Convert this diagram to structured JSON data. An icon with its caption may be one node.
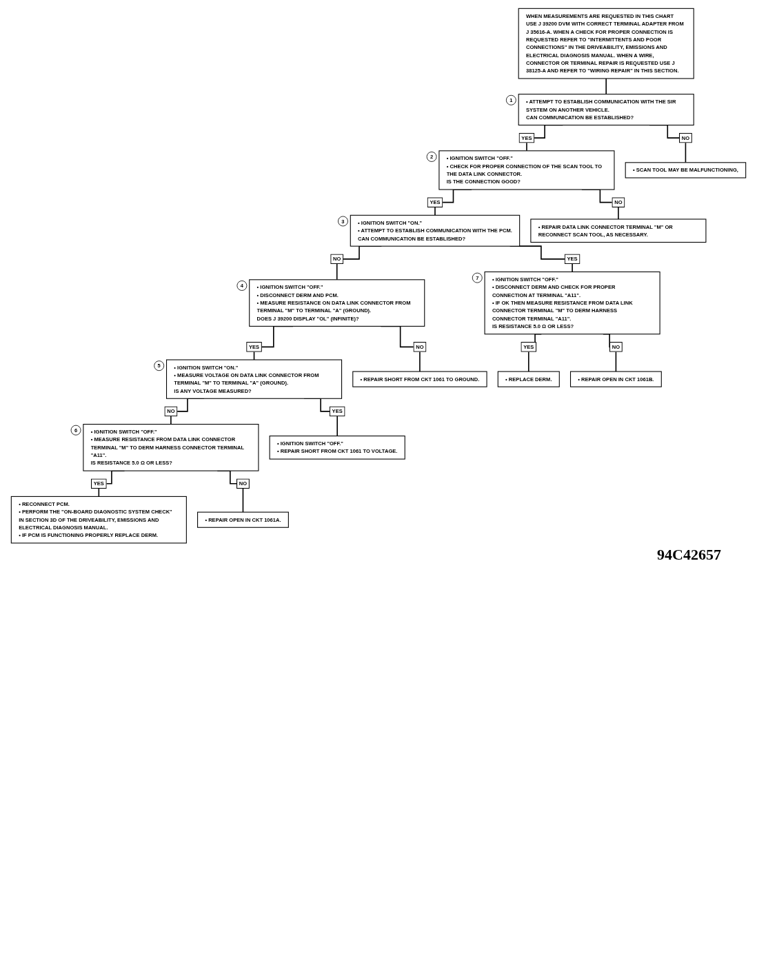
{
  "diagram": {
    "nodes": [
      {
        "text": [
          "WHEN MEASUREMENTS ARE REQUESTED IN THIS CHART USE J 39200 DVM WITH CORRECT TERMINAL ADAPTER FROM J 35616-A. WHEN A CHECK FOR PROPER CONNECTION IS REQUESTED REFER TO \"INTERMITTENTS AND POOR CONNECTIONS\" IN THE DRIVEABILITY, EMISSIONS AND ELECTRICAL DIAGNOSIS MANUAL. WHEN A WIRE, CONNECTOR OR TERMINAL REPAIR IS REQUESTED USE J 38125-A AND REFER TO \"WIRING REPAIR\" IN THIS SECTION."
        ]
      },
      {
        "text": [
          "• ATTEMPT TO ESTABLISH COMMUNICATION WITH THE SIR SYSTEM ON ANOTHER VEHICLE.",
          "CAN COMMUNICATION BE ESTABLISHED?"
        ],
        "beside": [
          "1"
        ]
      },
      {
        "text": [
          "• IGNITION SWITCH \"OFF.\"",
          "• CHECK FOR PROPER CONNECTION OF THE SCAN TOOL TO THE DATA LINK CONNECTOR.",
          "IS THE CONNECTION GOOD?"
        ],
        "beside": [
          "2"
        ]
      },
      {
        "text": [
          "• SCAN TOOL MAY BE MALFUNCTIONING,"
        ]
      },
      {
        "text": [
          "• IGNITION SWITCH \"ON.\"",
          "• ATTEMPT TO ESTABLISH COMMUNICATION WITH THE PCM.",
          "CAN COMMUNICATION BE ESTABLISHED?"
        ],
        "beside": [
          "3"
        ]
      },
      {
        "text": [
          "• REPAIR DATA LINK CONNECTOR TERMINAL \"M\" OR RECONNECT SCAN TOOL, AS NECESSARY."
        ]
      },
      {
        "text": [
          "• IGNITION SWITCH \"OFF.\"",
          "• DISCONNECT DERM AND PCM.",
          "• MEASURE RESISTANCE ON DATA LINK CONNECTOR FROM TERMINAL \"M\" TO TERMINAL \"A\" (GROUND).",
          "DOES J 39200 DISPLAY \"OL\" (INFINITE)?"
        ],
        "beside": [
          "4"
        ]
      },
      {
        "text": [
          "• IGNITION SWITCH \"OFF.\"",
          "• DISCONNECT DERM AND CHECK FOR PROPER CONNECTION AT TERMINAL \"A11\".",
          "• IF OK THEN MEASURE RESISTANCE FROM DATA LINK CONNECTOR TERMINAL \"M\" TO DERM HARNESS CONNECTOR TERMINAL \"A11\".",
          "IS RESISTANCE 5.0 Ω OR LESS?"
        ],
        "beside": [
          "7"
        ]
      },
      {
        "text": [
          "• REPAIR SHORT FROM CKT 1061 TO GROUND."
        ]
      },
      {
        "text": [
          "• IGNITION SWITCH \"ON.\"",
          "• MEASURE VOLTAGE ON DATA LINK CONNECTOR FROM TERMINAL \"M\" TO TERMINAL \"A\" (GROUND).",
          "IS ANY VOLTAGE MEASURED?"
        ],
        "beside": [
          "5"
        ]
      },
      {
        "text": [
          "• REPLACE DERM."
        ]
      },
      {
        "text": [
          "• REPAIR OPEN IN CKT 1061B."
        ]
      },
      {
        "text": [
          "• IGNITION SWITCH \"OFF.\"",
          "• MEASURE RESISTANCE FROM DATA LINK CONNECTOR TERMINAL \"M\" TO DERM HARNESS CONNECTOR TERMINAL \"A11\".",
          "IS RESISTANCE 5.0 Ω OR LESS?"
        ],
        "beside": [
          "6"
        ]
      },
      {
        "text": [
          "• IGNITION SWITCH \"OFF.\"",
          "• REPAIR SHORT FROM CKT 1061 TO VOLTAGE."
        ]
      },
      {
        "text": [
          "• RECONNECT PCM.",
          "• PERFORM THE \"ON-BOARD DIAGNOSTIC SYSTEM CHECK\" IN SECTION 3D OF THE DRIVEABILITY, EMISSIONS AND ELECTRICAL DIAGNOSIS MANUAL.",
          "• IF PCM IS FUNCTIONING PROPERLY REPLACE DERM."
        ]
      },
      {
        "text": [
          "• REPAIR OPEN IN CKT 1061A."
        ]
      }
    ],
    "edges": [
      {
        "from": 0,
        "to": 1,
        "arrow": "none"
      },
      {
        "from": 1,
        "to": 2,
        "arrow": "none",
        "label": "YES"
      },
      {
        "from": 1,
        "to": 3,
        "arrow": "none",
        "label": "NO"
      },
      {
        "from": 2,
        "to": 4,
        "arrow": "none",
        "label": "YES"
      },
      {
        "from": 2,
        "to": 5,
        "arrow": "none",
        "label": "NO"
      },
      {
        "from": 4,
        "to": 6,
        "arrow": "none",
        "label": "NO"
      },
      {
        "from": 4,
        "to": 7,
        "arrow": "none",
        "label": "YES"
      },
      {
        "from": 6,
        "to": 9,
        "arrow": "none",
        "label": "YES"
      },
      {
        "from": 6,
        "to": 8,
        "arrow": "none",
        "label": "NO"
      },
      {
        "from": 7,
        "to": 10,
        "arrow": "none",
        "label": "YES"
      },
      {
        "from": 7,
        "to": 11,
        "arrow": "none",
        "label": "NO"
      },
      {
        "from": 9,
        "to": 12,
        "arrow": "none",
        "label": "NO"
      },
      {
        "from": 9,
        "to": 13,
        "arrow": "none",
        "label": "YES"
      },
      {
        "from": 12,
        "to": 14,
        "arrow": "none",
        "label": "YES"
      },
      {
        "from": 12,
        "to": 15,
        "arrow": "none",
        "label": "NO"
      }
    ],
    "labels": [
      "94C42657"
    ]
  }
}
